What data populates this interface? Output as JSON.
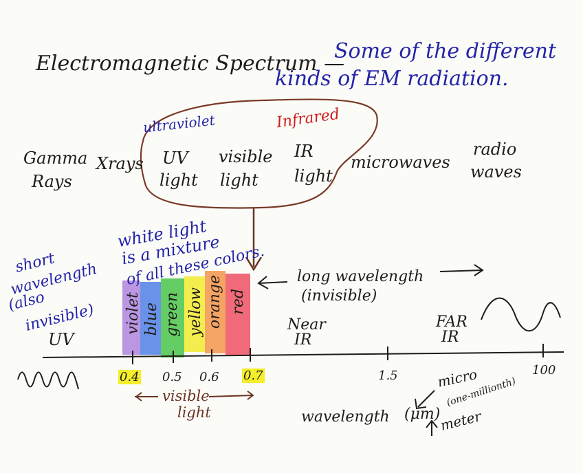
{
  "title": {
    "main": "Electromagnetic Spectrum —",
    "sub_line1": "Some of the different",
    "sub_line2": "kinds of EM radiation."
  },
  "categories": {
    "gamma": [
      "Gamma",
      "Rays"
    ],
    "xrays": "Xrays",
    "uv": [
      "UV",
      "light"
    ],
    "visible": [
      "visible",
      "light"
    ],
    "ir": [
      "IR",
      "light"
    ],
    "microwaves": "microwaves",
    "radio": [
      "radio",
      "waves"
    ]
  },
  "bubble_labels": {
    "ultraviolet": "ultraviolet",
    "infrared": "Infrared"
  },
  "white_light_note": [
    "white light",
    "is a mixture",
    "of all these colors."
  ],
  "short_wavelength_note": [
    "short",
    "wavelength",
    "(also",
    "invisible)"
  ],
  "uv_label": "UV",
  "colors": [
    {
      "name": "violet",
      "hex": "#b38be0"
    },
    {
      "name": "blue",
      "hex": "#4f7fe6"
    },
    {
      "name": "green",
      "hex": "#49c64a"
    },
    {
      "name": "yellow",
      "hex": "#f2ec3a"
    },
    {
      "name": "orange",
      "hex": "#f59a52"
    },
    {
      "name": "red",
      "hex": "#ee5a6a"
    }
  ],
  "long_wavelength_note": [
    "long wavelength",
    "(invisible)"
  ],
  "near_ir": [
    "Near",
    "IR"
  ],
  "far_ir": [
    "FAR",
    "IR"
  ],
  "ticks": [
    "0.4",
    "0.5",
    "0.6",
    "0.7",
    "1.5",
    "100"
  ],
  "visible_light_label": [
    "visible",
    "light"
  ],
  "unit_label": {
    "wavelength": "wavelength",
    "unit": "(μm)",
    "micro": "micro",
    "millionth": "(one-millionth)",
    "meter": "meter"
  }
}
